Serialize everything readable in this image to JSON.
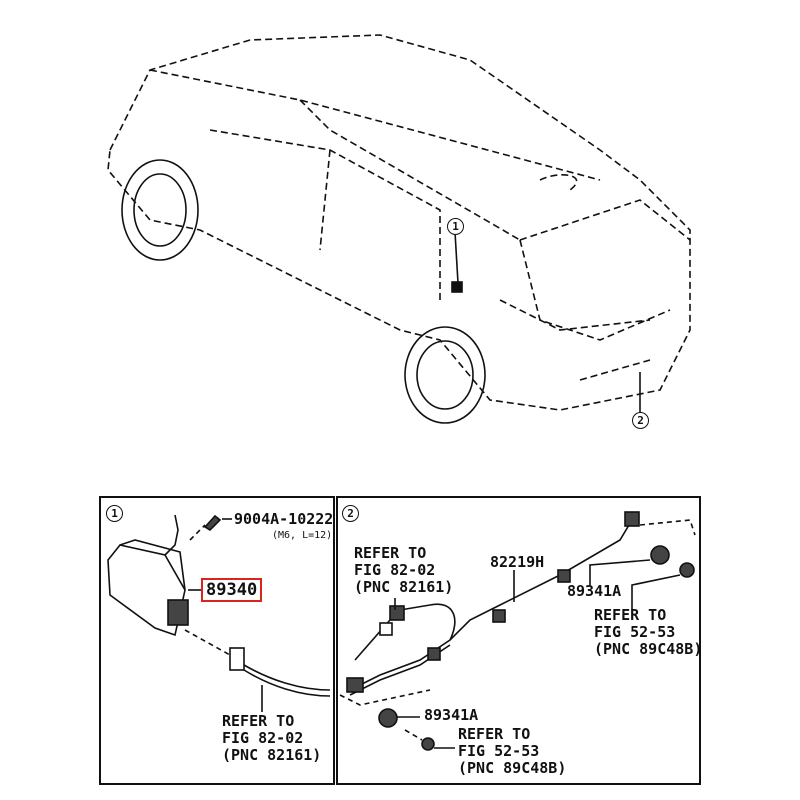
{
  "callouts": {
    "one": "1",
    "two": "2"
  },
  "panel1": {
    "bolt_part": "9004A-10222",
    "bolt_spec": "(M6, L=12)",
    "module_part": "89340",
    "refer": [
      "REFER TO",
      "FIG 82-02",
      "(PNC 82161)"
    ]
  },
  "panel2": {
    "refer_top_left": [
      "REFER TO",
      "FIG 82-02",
      "(PNC 82161)"
    ],
    "harness_part": "82219H",
    "sensor_part_right": "89341A",
    "refer_right": [
      "REFER TO",
      "FIG 52-53",
      "(PNC 89C48B)"
    ],
    "sensor_part_bottom": "89341A",
    "refer_bottom": [
      "REFER TO",
      "FIG 52-53",
      "(PNC 89C48B)"
    ]
  },
  "colors": {
    "highlight": "#d9251c"
  }
}
